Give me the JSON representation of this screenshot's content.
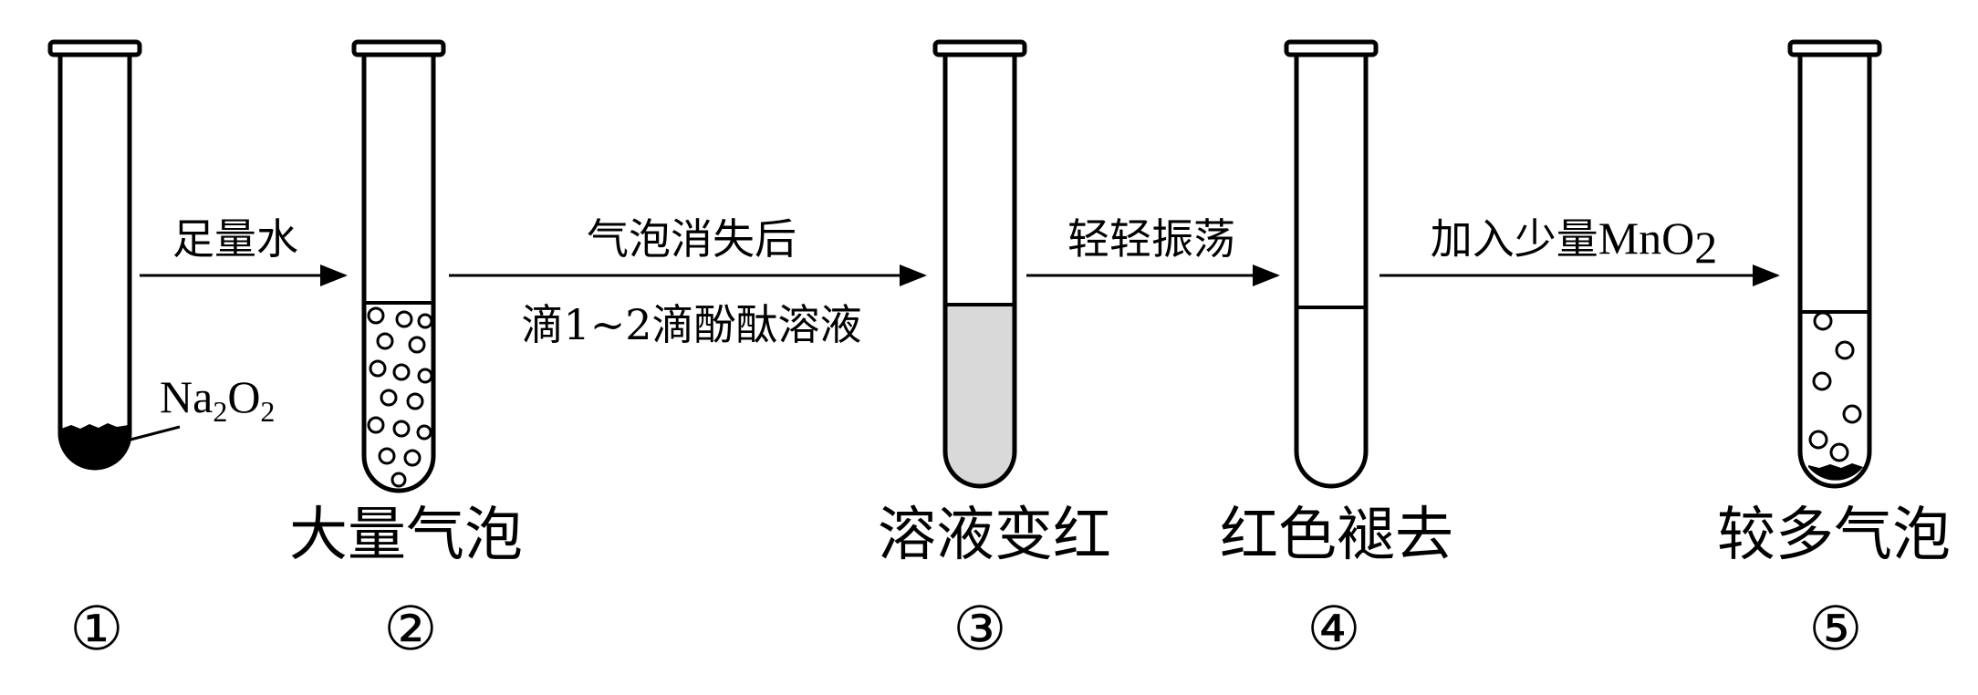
{
  "tubes": [
    {
      "number": "①",
      "caption": ""
    },
    {
      "number": "②",
      "caption": "大量气泡"
    },
    {
      "number": "③",
      "caption": "溶液变红"
    },
    {
      "number": "④",
      "caption": "红色褪去"
    },
    {
      "number": "⑤",
      "caption": "较多气泡"
    }
  ],
  "reagent_label": {
    "main": "Na",
    "sub1": "2",
    "mid": "O",
    "sub2": "2"
  },
  "steps": [
    {
      "top": "足量水",
      "bottom": ""
    },
    {
      "top": "气泡消失后",
      "bottom": "滴1~2滴酚酞溶液"
    },
    {
      "top": "轻轻振荡",
      "bottom": ""
    },
    {
      "top": "加入少量",
      "formula_main": "MnO",
      "formula_sub": "2",
      "bottom": ""
    }
  ],
  "colors": {
    "ink": "#000000",
    "red_solution": "#d9d9d9",
    "background": "#ffffff"
  }
}
